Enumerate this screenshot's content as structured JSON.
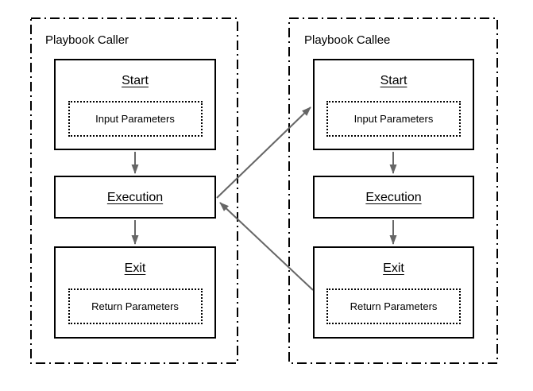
{
  "colors": {
    "background": "#ffffff",
    "box_border": "#000000",
    "container_border": "#000000",
    "arrow": "#666666",
    "text": "#000000"
  },
  "containers": [
    {
      "title": "Playbook Caller",
      "nodes": [
        {
          "title": "Start",
          "param": "Input Parameters"
        },
        {
          "title": "Execution"
        },
        {
          "title": "Exit",
          "param": "Return Parameters"
        }
      ]
    },
    {
      "title": "Playbook Callee",
      "nodes": [
        {
          "title": "Start",
          "param": "Input Parameters"
        },
        {
          "title": "Execution"
        },
        {
          "title": "Exit",
          "param": "Return Parameters"
        }
      ]
    }
  ],
  "arrows": [
    {
      "from": "caller-start",
      "to": "caller-execution"
    },
    {
      "from": "caller-execution",
      "to": "caller-exit"
    },
    {
      "from": "callee-start",
      "to": "callee-execution"
    },
    {
      "from": "callee-execution",
      "to": "callee-exit"
    },
    {
      "from": "caller-execution",
      "to": "callee-start"
    },
    {
      "from": "callee-exit",
      "to": "caller-execution"
    }
  ]
}
